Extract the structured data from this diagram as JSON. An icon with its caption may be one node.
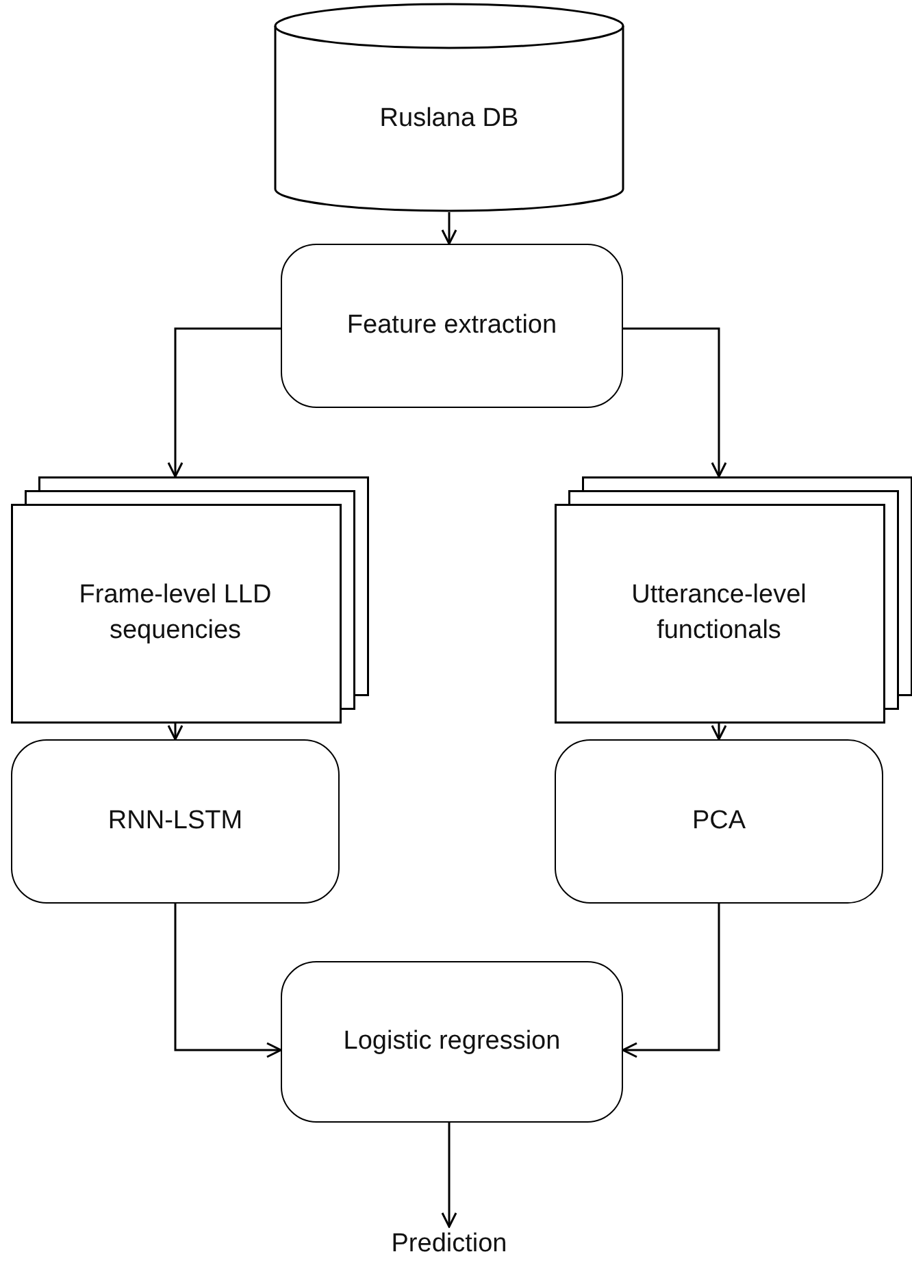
{
  "diagram": {
    "nodes": [
      {
        "text": [
          "Ruslana DB"
        ]
      },
      {
        "text": [
          "Feature extraction"
        ]
      },
      {
        "text": [
          "Frame-level LLD sequencies"
        ]
      },
      {
        "text": [
          "Utterance-level functionals"
        ]
      },
      {
        "text": [
          "RNN-LSTM"
        ]
      },
      {
        "text": [
          "PCA"
        ]
      },
      {
        "text": [
          "Logistic regression"
        ]
      },
      {
        "text": [
          "Prediction"
        ]
      }
    ],
    "edges": [
      {
        "from": 0,
        "to": 1,
        "arrow": "to"
      },
      {
        "from": 1,
        "to": 2,
        "arrow": "to"
      },
      {
        "from": 1,
        "to": 3,
        "arrow": "to"
      },
      {
        "from": 2,
        "to": 4,
        "arrow": "to"
      },
      {
        "from": 3,
        "to": 5,
        "arrow": "to"
      },
      {
        "from": 4,
        "to": 6,
        "arrow": "to"
      },
      {
        "from": 5,
        "to": 6,
        "arrow": "to"
      },
      {
        "from": 6,
        "to": 7,
        "arrow": "to"
      }
    ]
  }
}
